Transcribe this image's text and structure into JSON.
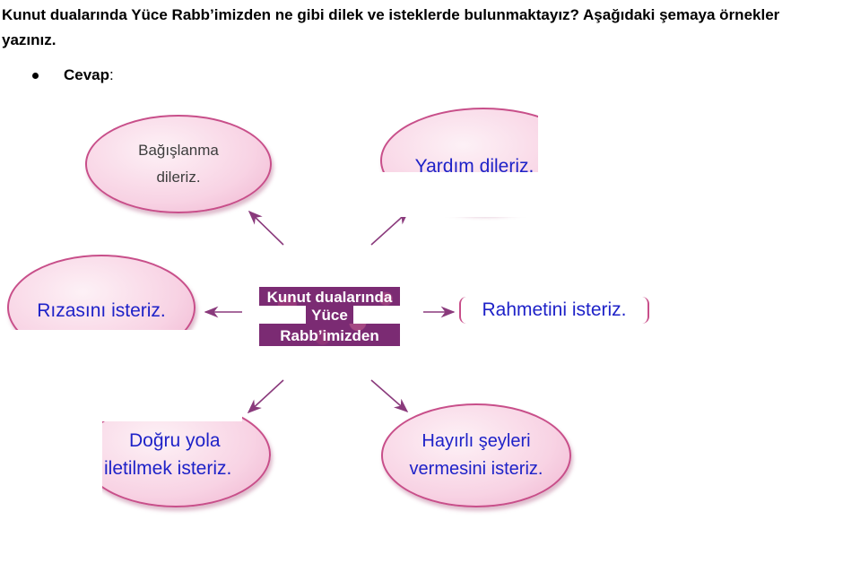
{
  "question": "Kunut dualarında Yüce Rabb’imizden ne gibi dilek ve isteklerde bulunmaktayız? Aşağıdaki şemaya örnekler yazınız.",
  "answer_label": "Cevap",
  "answer_colon": ":",
  "center": {
    "line1": "Kunut dualarında",
    "line2": "Yüce",
    "line3": "Rabb’imizden"
  },
  "bubbles": {
    "top_left": {
      "line1": "Bağışlanma",
      "line2": "dileriz."
    },
    "top_right": {
      "line1": "Yardım dileriz."
    },
    "mid_left": {
      "line1": "Rızasını isteriz."
    },
    "mid_right": {
      "line1": "Rahmetini isteriz."
    },
    "bottom_left": {
      "line1": "Doğru yola",
      "line2": "iletilmek isteriz."
    },
    "bottom_right": {
      "line1": "Hayırlı şeyleri",
      "line2": "vermesini isteriz."
    }
  },
  "colors": {
    "arrow": "#8a3a7c",
    "bubble_border": "#c84f8a",
    "answer_text": "#1e22c8",
    "center_bg": "#7b2b73"
  }
}
